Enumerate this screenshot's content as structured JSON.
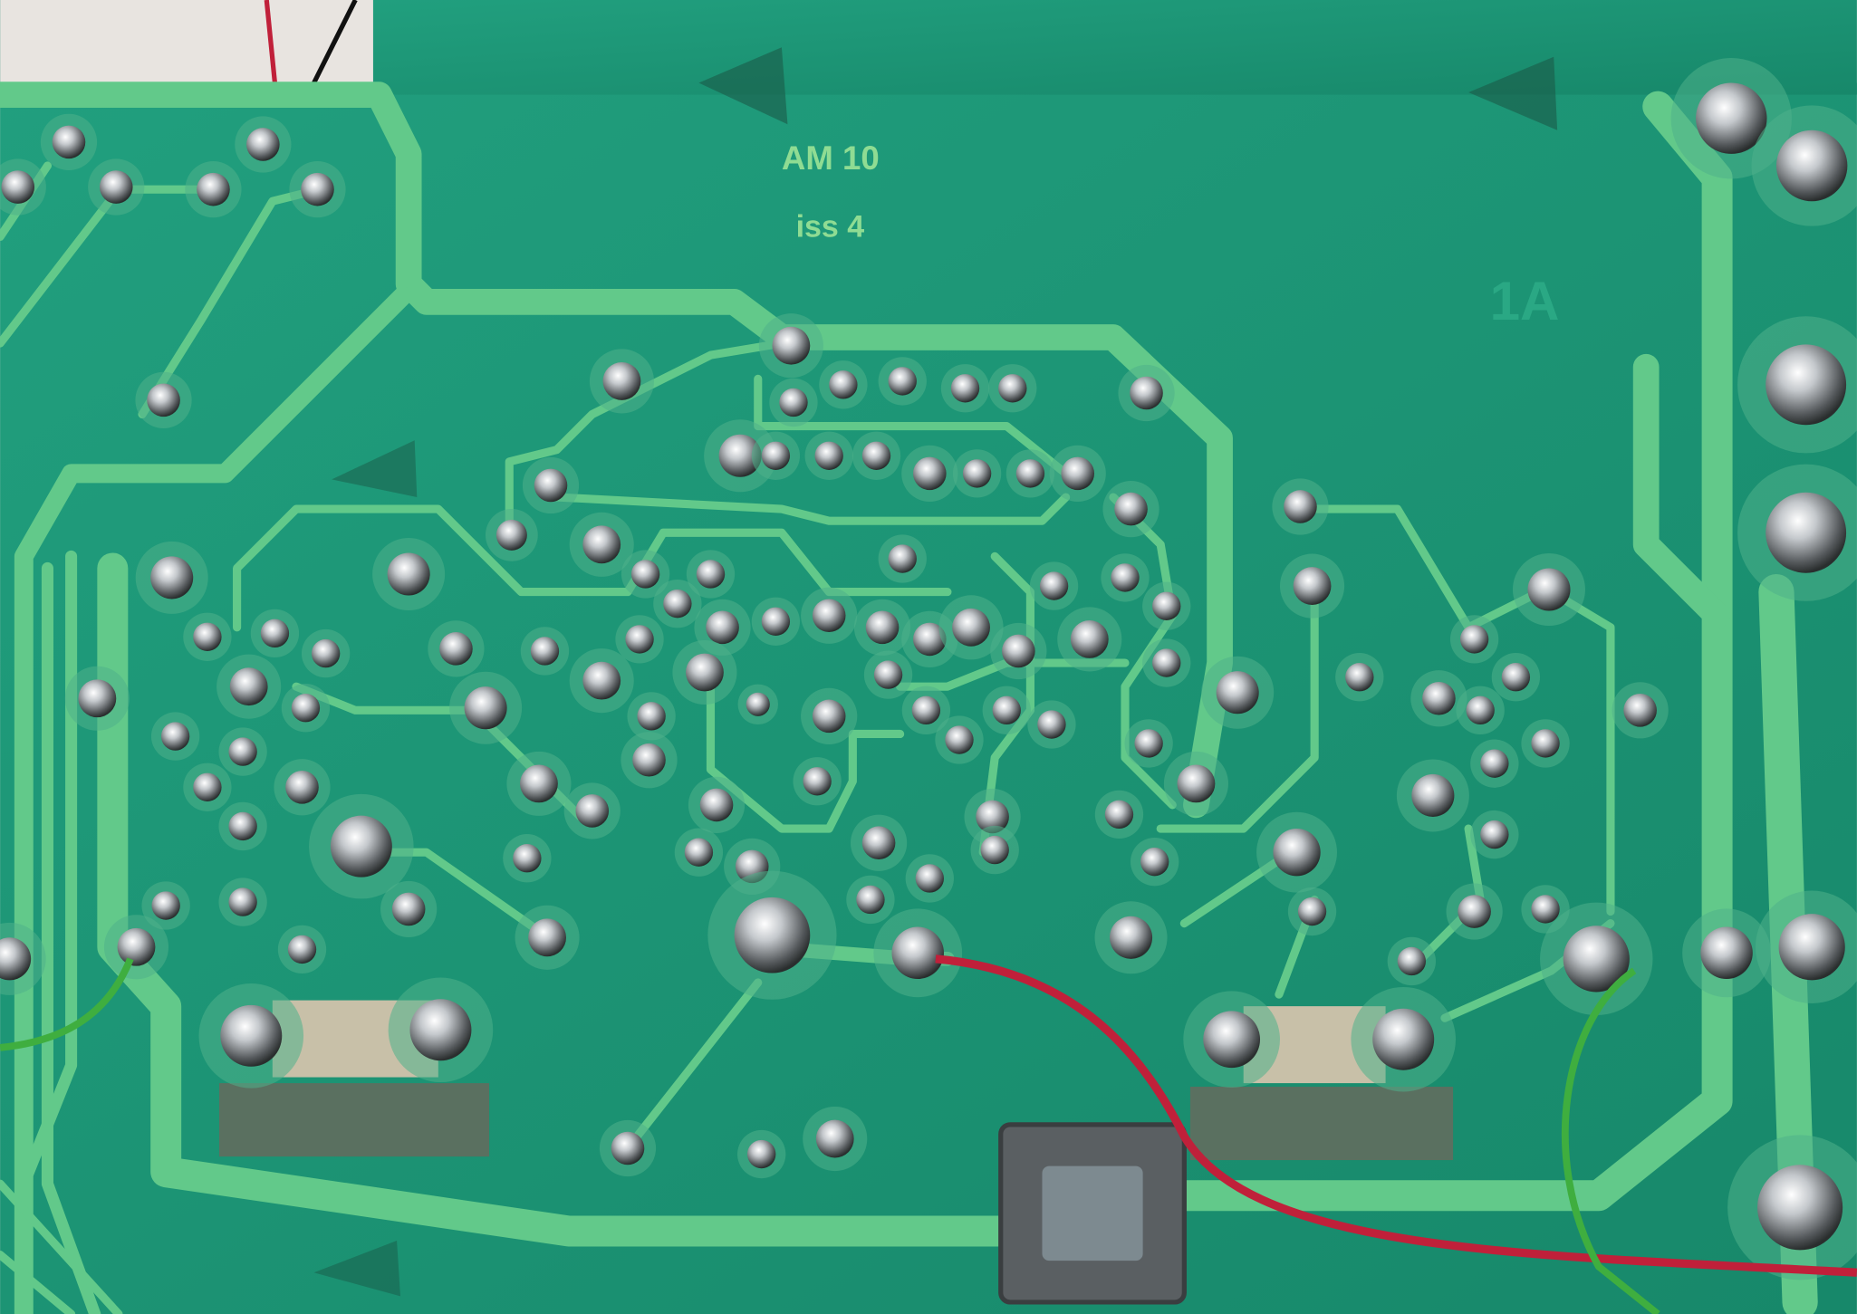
{
  "board": {
    "part_number": "AM 10",
    "issue": "iss 4",
    "fuse_marking": "1A"
  },
  "colors": {
    "substrate": "#1f9b79",
    "trace": "#62c98a",
    "solder": "#b8bcc0",
    "red_wire": "#c0203a",
    "green_wire": "#3fae3f"
  }
}
